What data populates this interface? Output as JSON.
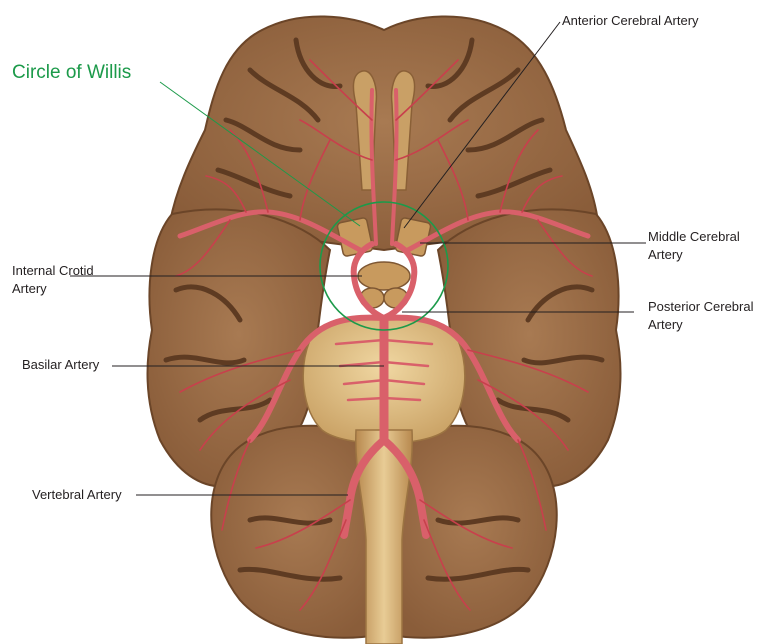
{
  "colors": {
    "brain": "#9b6b45",
    "brain_dark": "#7a5030",
    "gyri": "#5e3b22",
    "stem": "#d6b37a",
    "artery": "#d9606a",
    "artery_dark": "#b2323e",
    "title": "#1c9a4a",
    "leader": "#231f20"
  },
  "labels": {
    "title": "Circle of Willis",
    "anterior_cerebral": "Anterior Cerebral Artery",
    "middle_cerebral_1": "Middle Cerebral",
    "middle_cerebral_2": "Artery",
    "internal_carotid_1": "Internal Crotid",
    "internal_carotid_2": "Artery",
    "posterior_cerebral_1": "Posterior Cerebral",
    "posterior_cerebral_2": "Artery",
    "basilar": "Basilar Artery",
    "vertebral": "Vertebral Artery"
  }
}
